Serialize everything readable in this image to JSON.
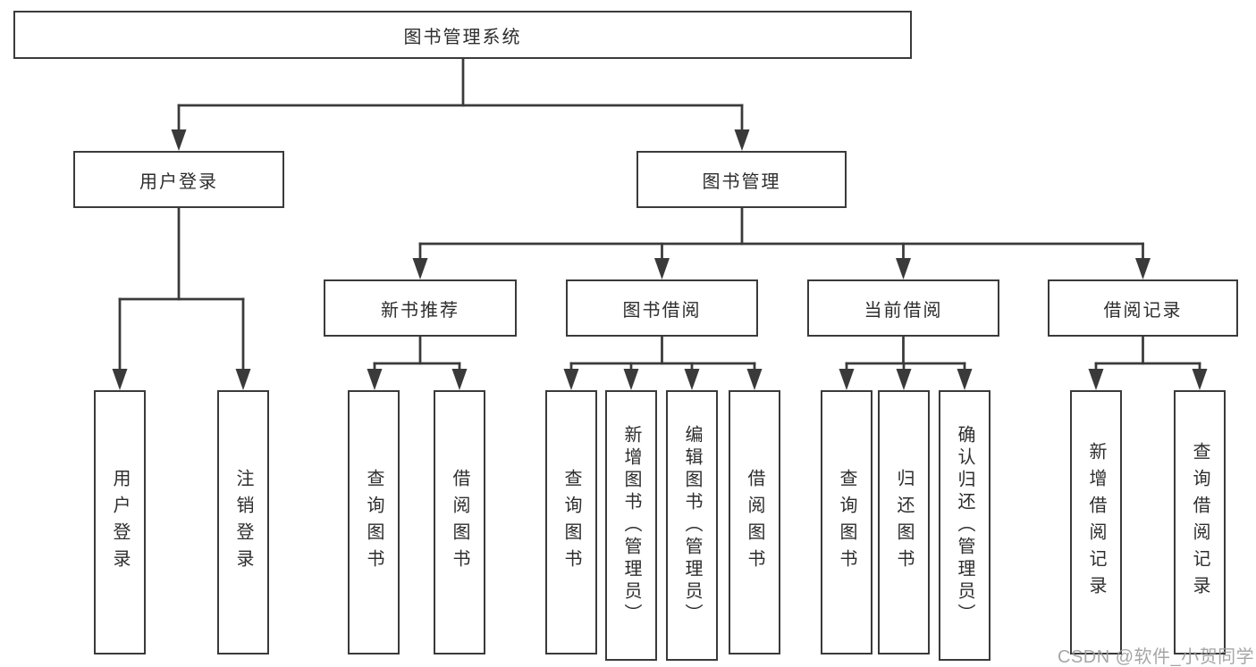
{
  "tree": {
    "root": {
      "label": "图书管理系统",
      "children": [
        {
          "label": "用户登录",
          "children": [
            {
              "label": "用户登录"
            },
            {
              "label": "注销登录"
            }
          ]
        },
        {
          "label": "图书管理",
          "children": [
            {
              "label": "新书推荐",
              "children": [
                {
                  "label": "查询图书"
                },
                {
                  "label": "借阅图书"
                }
              ]
            },
            {
              "label": "图书借阅",
              "children": [
                {
                  "label": "查询图书"
                },
                {
                  "label": "新增图书（管理员）"
                },
                {
                  "label": "编辑图书（管理员）"
                },
                {
                  "label": "借阅图书"
                }
              ]
            },
            {
              "label": "当前借阅",
              "children": [
                {
                  "label": "查询图书"
                },
                {
                  "label": "归还图书"
                },
                {
                  "label": "确认归还（管理员）"
                }
              ]
            },
            {
              "label": "借阅记录",
              "children": [
                {
                  "label": "新增借阅记录"
                },
                {
                  "label": "查询借阅记录"
                }
              ]
            }
          ]
        }
      ]
    }
  },
  "watermark": {
    "text": "CSDN @软件_小贺同学"
  },
  "colors": {
    "background": "#ffffff",
    "box_fill": "#ffffff",
    "box_border": "#3a3a3a",
    "line": "#3a3a3a",
    "text": "#2d2d2d",
    "watermark": "#9e9e9e"
  }
}
